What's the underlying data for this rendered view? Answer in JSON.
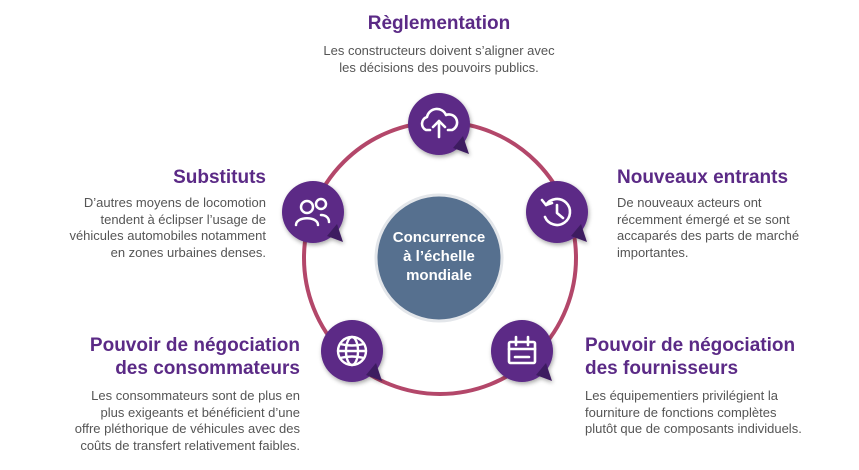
{
  "hub": {
    "line1": "Concurrence",
    "line2": "à l’échelle",
    "line3": "mondiale"
  },
  "forces": {
    "reglementation": {
      "icon": "cloud-upload-icon",
      "title": "Règlementation",
      "desc1": "Les constructeurs doivent s’aligner avec",
      "desc2": "les décisions des pouvoirs publics."
    },
    "nouveaux_entrants": {
      "icon": "clock-history-icon",
      "title": "Nouveaux entrants",
      "desc1": "De nouveaux acteurs ont",
      "desc2": "récemment émergé et se sont",
      "desc3": "accaparés des parts de marché",
      "desc4": "importantes."
    },
    "fournisseurs": {
      "icon": "calendar-icon",
      "title1": "Pouvoir de négociation",
      "title2": "des fournisseurs",
      "desc1": "Les équipementiers privilégient la",
      "desc2": "fourniture de fonctions complètes",
      "desc3": "plutôt que de composants individuels."
    },
    "consommateurs": {
      "icon": "globe-icon",
      "title1": "Pouvoir de négociation",
      "title2": "des consommateurs",
      "desc1": "Les consommateurs sont de plus en",
      "desc2": "plus exigeants et bénéficient d’une",
      "desc3": "offre pléthorique de véhicules avec des",
      "desc4": "coûts de transfert relativement faibles."
    },
    "substituts": {
      "icon": "users-icon",
      "title": "Substituts",
      "desc1": "D’autres moyens de locomotion",
      "desc2": "tendent à éclipser l’usage de",
      "desc3": "véhicules automobiles notamment",
      "desc4": "en zones urbaines denses."
    }
  },
  "colors": {
    "ring": "#b3476a",
    "badge": "#5b2a86",
    "badge_dark": "#3e1a60",
    "hub_fill": "#56708f",
    "hub_stroke": "#e6e6e6",
    "title": "#5b2a86",
    "text": "#555555"
  }
}
